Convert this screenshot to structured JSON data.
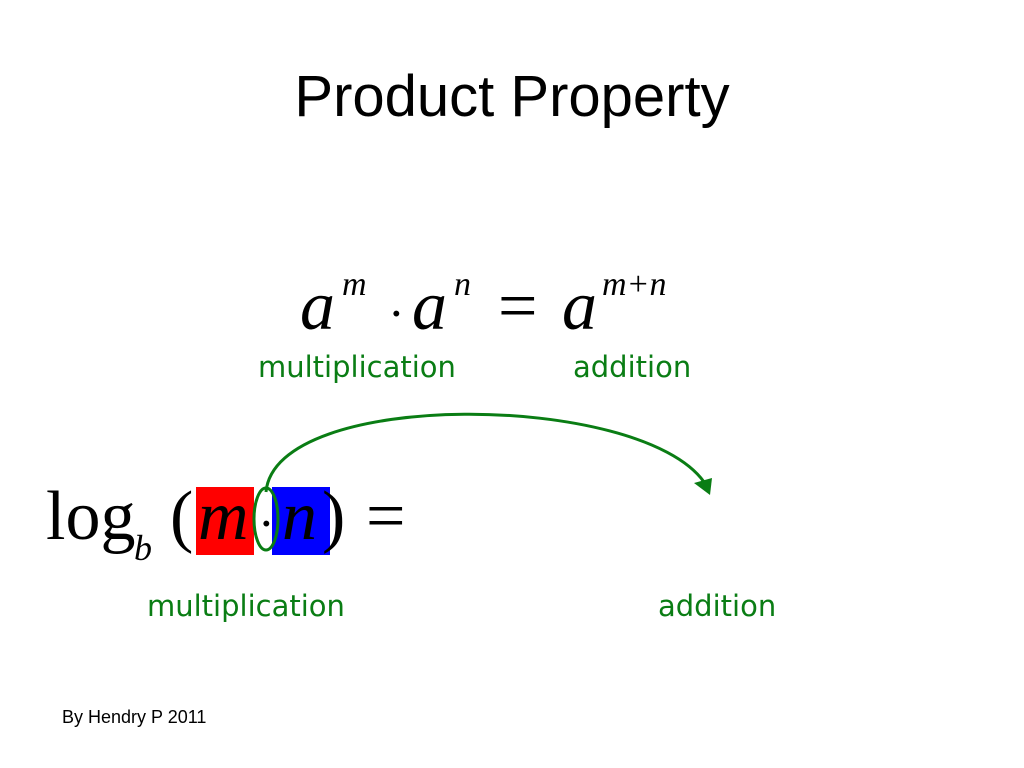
{
  "slide": {
    "title": "Product Property",
    "footer": "By Hendry P 2011"
  },
  "exponent_rule": {
    "base_left": "a",
    "exp_left": "m",
    "operator": "·",
    "base_middle": "a",
    "exp_middle": "n",
    "equals": "=",
    "base_right": "a",
    "exp_right": "m+n",
    "label_left": "multiplication",
    "label_right": "addition"
  },
  "log_rule": {
    "func": "log",
    "subscript": "b",
    "open_paren": "(",
    "var_m": "m",
    "operator": "·",
    "var_n": "n",
    "close_paren": ")",
    "equals": "=",
    "label_left": "multiplication",
    "label_right": "addition",
    "highlight_m_color": "#ff0000",
    "highlight_n_color": "#0000ff",
    "arrow_color": "#0a7d14"
  }
}
